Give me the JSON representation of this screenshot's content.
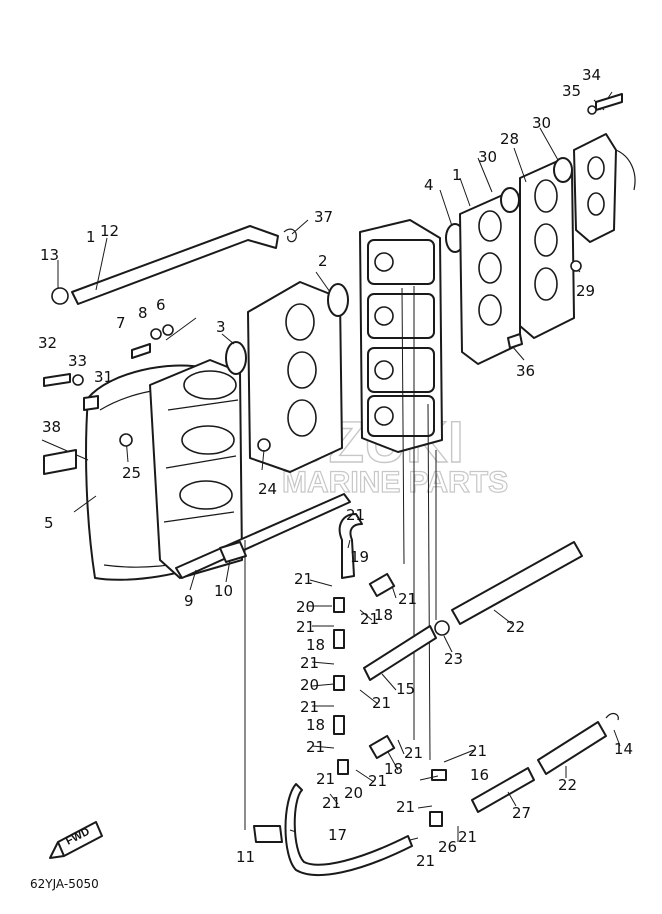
{
  "diagram_code": "62YJA-5050",
  "watermark": {
    "line1": "SUZUKI",
    "line2": "MARINE PARTS"
  },
  "fwd_label": "FWD",
  "callouts": {
    "c1a": "1",
    "c1b": "1",
    "c2": "2",
    "c3": "3",
    "c4": "4",
    "c5": "5",
    "c6": "6",
    "c7": "7",
    "c8": "8",
    "c9": "9",
    "c10": "10",
    "c11": "11",
    "c12": "12",
    "c13": "13",
    "c14": "14",
    "c15": "15",
    "c16": "16",
    "c17": "17",
    "c18a": "18",
    "c18b": "18",
    "c18c": "18",
    "c18d": "18",
    "c19": "19",
    "c20a": "20",
    "c20b": "20",
    "c20c": "20",
    "c21a": "21",
    "c21b": "21",
    "c21c": "21",
    "c21d": "21",
    "c21e": "21",
    "c21f": "21",
    "c21g": "21",
    "c21h": "21",
    "c21i": "21",
    "c21j": "21",
    "c21k": "21",
    "c21l": "21",
    "c21m": "21",
    "c21n": "21",
    "c21o": "21",
    "c21p": "21",
    "c21q": "21",
    "c22a": "22",
    "c22b": "22",
    "c23": "23",
    "c24": "24",
    "c25": "25",
    "c26": "26",
    "c27": "27",
    "c28": "28",
    "c29": "29",
    "c30a": "30",
    "c30b": "30",
    "c31": "31",
    "c32": "32",
    "c33": "33",
    "c34": "34",
    "c35": "35",
    "c36": "36",
    "c37": "37",
    "c38": "38"
  }
}
